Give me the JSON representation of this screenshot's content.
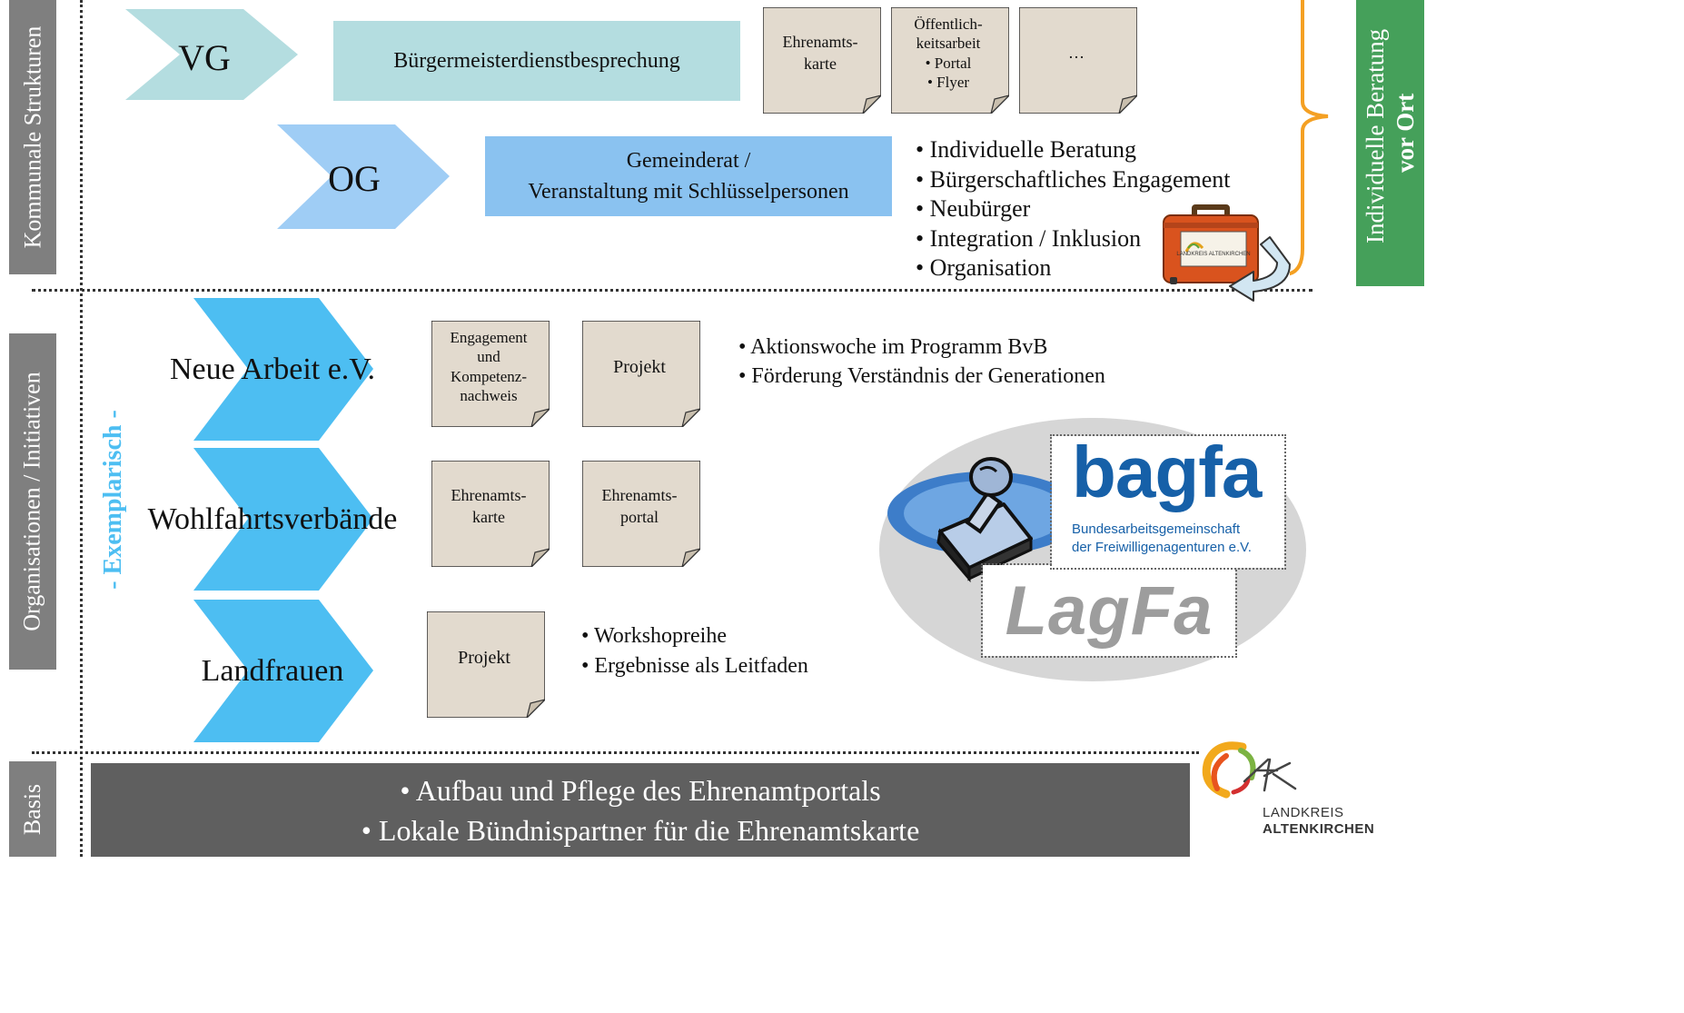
{
  "colors": {
    "teal_chevron": "#b4dde0",
    "blue_chevron": "#9fcdf5",
    "cyan_chevron": "#4dbef2",
    "teal_box": "#b4dde0",
    "blue_box": "#8ac2f0",
    "side_label_grey": "#7f7f7f",
    "basis_bar": "#5f5f5f",
    "exemplarisch_text": "#4dbef2",
    "bracket_orange": "#f4a023",
    "green_panel": "#45a05a",
    "note_fill": "#e2dace",
    "bagfa_blue": "#1660a8",
    "lagfa_grey": "#9d9d9d"
  },
  "sections": {
    "kommunal": {
      "label": "Kommunale Strukturen"
    },
    "organisationen": {
      "label": "Organisationen / Initiativen"
    },
    "basis": {
      "label": "Basis"
    }
  },
  "right_panel": {
    "line1": "Individuelle Beratung",
    "line2": "vor Ort"
  },
  "kommunal": {
    "vg": {
      "stage": "VG",
      "box_text": "Bürgermeisterdienstbesprechung",
      "notes": [
        {
          "lines": [
            "Ehrenamts-",
            "karte"
          ]
        },
        {
          "lines": [
            "Öffentlich-",
            "keitsarbeit",
            "• Portal",
            "• Flyer"
          ]
        },
        {
          "lines": [
            "…"
          ]
        }
      ]
    },
    "og": {
      "stage": "OG",
      "box_line1": "Gemeinderat /",
      "box_line2": "Veranstaltung mit Schlüsselpersonen",
      "bullets": [
        "• Individuelle Beratung",
        "• Bürgerschaftliches Engagement",
        "• Neubürger",
        "• Integration / Inklusion",
        "• Organisation"
      ]
    }
  },
  "suitcase": {
    "tag_text": "LANDKREIS ALTENKIRCHEN",
    "tag_logo": "AK"
  },
  "exemplarisch": "- Exemplarisch -",
  "organisationen": {
    "neue_arbeit": {
      "stage": "Neue Arbeit e.V.",
      "notes": [
        {
          "lines": [
            "Engagement",
            "und",
            "Kompetenz-",
            "nachweis"
          ]
        },
        {
          "lines": [
            "Projekt"
          ]
        }
      ],
      "bullets": [
        "• Aktionswoche im Programm BvB",
        "• Förderung Verständnis der Generationen"
      ]
    },
    "wohlfahrt": {
      "stage": "Wohlfahrtsverbände",
      "notes": [
        {
          "lines": [
            "Ehrenamts-",
            "karte"
          ]
        },
        {
          "lines": [
            "Ehrenamts-",
            "portal"
          ]
        }
      ]
    },
    "landfrauen": {
      "stage": "Landfrauen",
      "notes": [
        {
          "lines": [
            "Projekt"
          ]
        }
      ],
      "bullets": [
        "• Workshopreihe",
        "• Ergebnisse als Leitfaden"
      ]
    }
  },
  "bagfa": {
    "name": "bagfa",
    "line1": "Bundesarbeitsgemeinschaft",
    "line2": "der Freiwilligenagenturen e.V."
  },
  "lagfa": {
    "name": "LagFa"
  },
  "basis": {
    "line1": "• Aufbau und Pflege des Ehrenamtportals",
    "line2": "• Lokale Bündnispartner für die Ehrenamtskarte"
  },
  "logo": {
    "mark": "AK",
    "line1": "LANDKREIS",
    "line2": "ALTENKIRCHEN"
  }
}
